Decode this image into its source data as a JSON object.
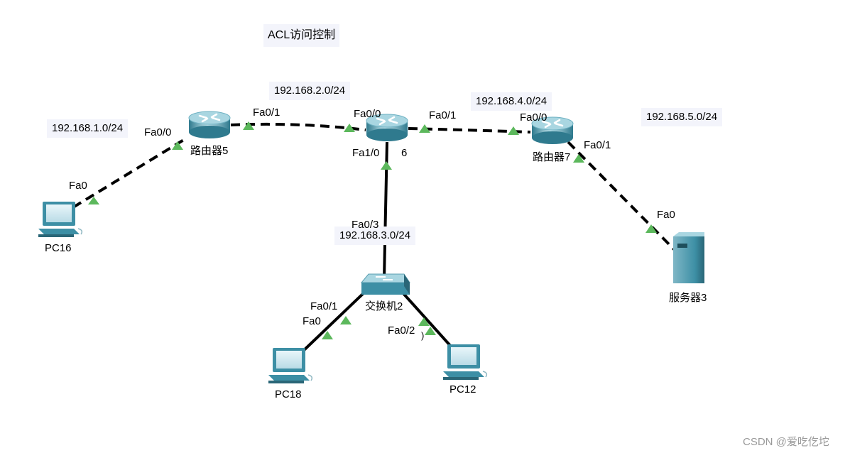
{
  "title": "ACL访问控制",
  "networks": [
    "192.168.1.0/24",
    "192.168.2.0/24",
    "192.168.4.0/24",
    "192.168.5.0/24",
    "192.168.3.0/24"
  ],
  "devices": {
    "router5": "路由器5",
    "router6": "6",
    "router7": "路由器7",
    "switch2": "交换机2",
    "pc16": "PC16",
    "pc18": "PC18",
    "pc12": "PC12",
    "server3": "服务器3"
  },
  "ports": {
    "r5_fa00": "Fa0/0",
    "r5_fa01": "Fa0/1",
    "pc16_fa0": "Fa0",
    "r6_fa00": "Fa0/0",
    "r6_fa01": "Fa0/1",
    "r6_fa10": "Fa1/0",
    "r7_fa00": "Fa0/0",
    "r7_fa01": "Fa0/1",
    "server_fa0": "Fa0",
    "sw_fa03": "Fa0/3",
    "sw_fa01": "Fa0/1",
    "sw_fa02": "Fa0/2",
    "pc18_fa0": "Fa0",
    "stray": ")"
  },
  "watermark": "CSDN @爱吃仡坨",
  "colors": {
    "link": "#000000",
    "port_up": "#5cb85c",
    "device": "#3d8fa5",
    "label_bg": "#f3f4fb"
  }
}
